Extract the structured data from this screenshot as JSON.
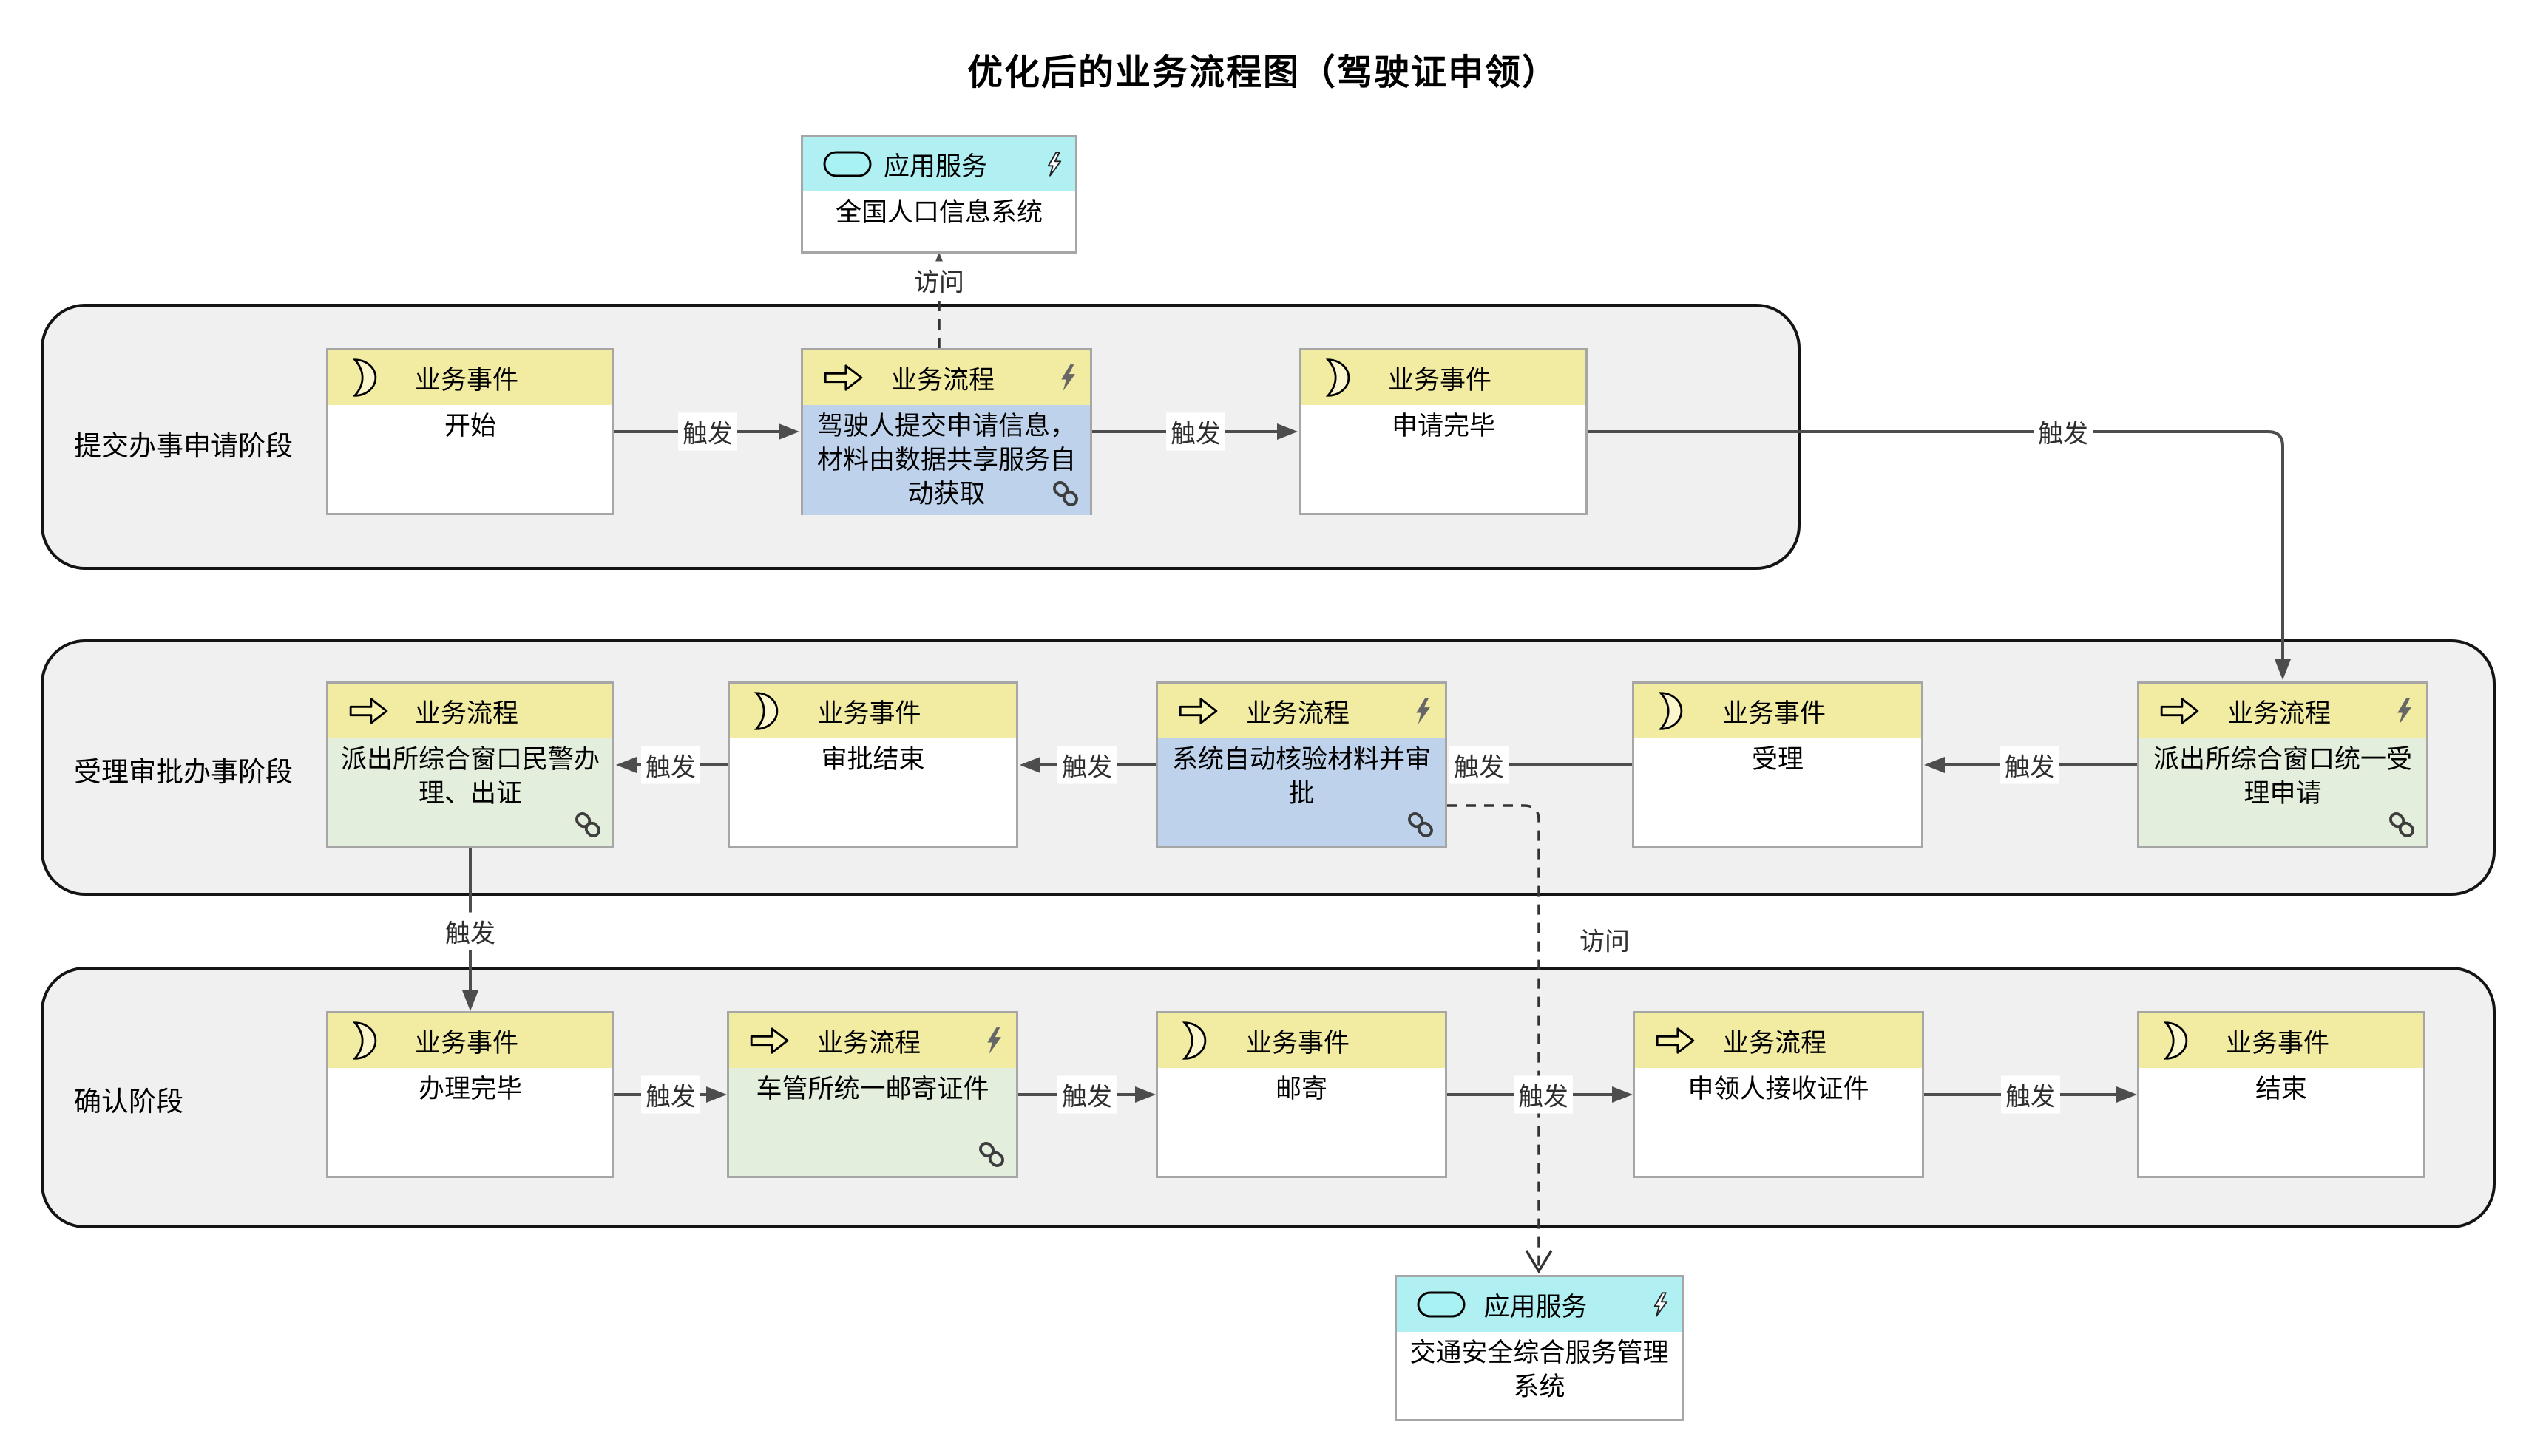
{
  "title": "优化后的业务流程图（驾驶证申领）",
  "lanes": [
    {
      "label": "提交办事申请阶段"
    },
    {
      "label": "受理审批办事阶段"
    },
    {
      "label": "确认阶段"
    }
  ],
  "node_type_labels": {
    "business_event": "业务事件",
    "business_process": "业务流程",
    "application_service": "应用服务"
  },
  "nodes": [
    {
      "id": "national-population-system",
      "kind": "application_service",
      "type_label": "应用服务",
      "text": "全国人口信息系统"
    },
    {
      "id": "start",
      "kind": "business_event",
      "type_label": "业务事件",
      "text": "开始"
    },
    {
      "id": "submit-info",
      "kind": "business_process",
      "type_label": "业务流程",
      "text": "驾驶人提交申请信息，材料由数据共享服务自动获取"
    },
    {
      "id": "application-complete",
      "kind": "business_event",
      "type_label": "业务事件",
      "text": "申请完毕"
    },
    {
      "id": "unified-acceptance",
      "kind": "business_process",
      "type_label": "业务流程",
      "text": "派出所综合窗口统一受理申请"
    },
    {
      "id": "accept",
      "kind": "business_event",
      "type_label": "业务事件",
      "text": "受理"
    },
    {
      "id": "auto-verify",
      "kind": "business_process",
      "type_label": "业务流程",
      "text": "系统自动核验材料并审批"
    },
    {
      "id": "approval-end",
      "kind": "business_event",
      "type_label": "业务事件",
      "text": "审批结束"
    },
    {
      "id": "police-window",
      "kind": "business_process",
      "type_label": "业务流程",
      "text": "派出所综合窗口民警办理、出证"
    },
    {
      "id": "done",
      "kind": "business_event",
      "type_label": "业务事件",
      "text": "办理完毕"
    },
    {
      "id": "mail-cert",
      "kind": "business_process",
      "type_label": "业务流程",
      "text": "车管所统一邮寄证件"
    },
    {
      "id": "mail",
      "kind": "business_event",
      "type_label": "业务事件",
      "text": "邮寄"
    },
    {
      "id": "receive-cert",
      "kind": "business_process",
      "type_label": "业务流程",
      "text": "申领人接收证件"
    },
    {
      "id": "end",
      "kind": "business_event",
      "type_label": "业务事件",
      "text": "结束"
    },
    {
      "id": "traffic-safety-system",
      "kind": "application_service",
      "type_label": "应用服务",
      "text": "交通安全综合服务管理系统"
    }
  ],
  "edges": [
    {
      "from": "start",
      "to": "submit-info",
      "label": "触发",
      "style": "solid"
    },
    {
      "from": "submit-info",
      "to": "application-complete",
      "label": "触发",
      "style": "solid"
    },
    {
      "from": "application-complete",
      "to": "unified-acceptance",
      "label": "触发",
      "style": "solid"
    },
    {
      "from": "unified-acceptance",
      "to": "accept",
      "label": "触发",
      "style": "solid"
    },
    {
      "from": "accept",
      "to": "auto-verify",
      "label": "触发",
      "style": "solid"
    },
    {
      "from": "auto-verify",
      "to": "approval-end",
      "label": "触发",
      "style": "solid"
    },
    {
      "from": "approval-end",
      "to": "police-window",
      "label": "触发",
      "style": "solid"
    },
    {
      "from": "police-window",
      "to": "done",
      "label": "触发",
      "style": "solid"
    },
    {
      "from": "done",
      "to": "mail-cert",
      "label": "触发",
      "style": "solid"
    },
    {
      "from": "mail-cert",
      "to": "mail",
      "label": "触发",
      "style": "solid"
    },
    {
      "from": "mail",
      "to": "receive-cert",
      "label": "触发",
      "style": "solid"
    },
    {
      "from": "receive-cert",
      "to": "end",
      "label": "触发",
      "style": "solid"
    },
    {
      "from": "submit-info",
      "to": "national-population-system",
      "label": "访问",
      "style": "dashed"
    },
    {
      "from": "auto-verify",
      "to": "traffic-safety-system",
      "label": "访问",
      "style": "dashed"
    }
  ],
  "colors": {
    "event_process_header": "#F2ECA2",
    "app_service_header": "#B0F0F2",
    "automated_process_body": "#BFD2EC",
    "manual_process_body": "#E4EEDD",
    "event_body": "#FFFFFF",
    "lane_background": "#F0F0F0",
    "lane_border": "#141414",
    "node_border": "#A6A6A6",
    "edge_color": "#4D4D4D"
  },
  "icons": {
    "business_event": "crescent-event-icon",
    "business_process": "block-arrow-icon",
    "application_service": "stadium-icon",
    "automated": "lightning-icon",
    "linked": "chain-link-icon"
  }
}
